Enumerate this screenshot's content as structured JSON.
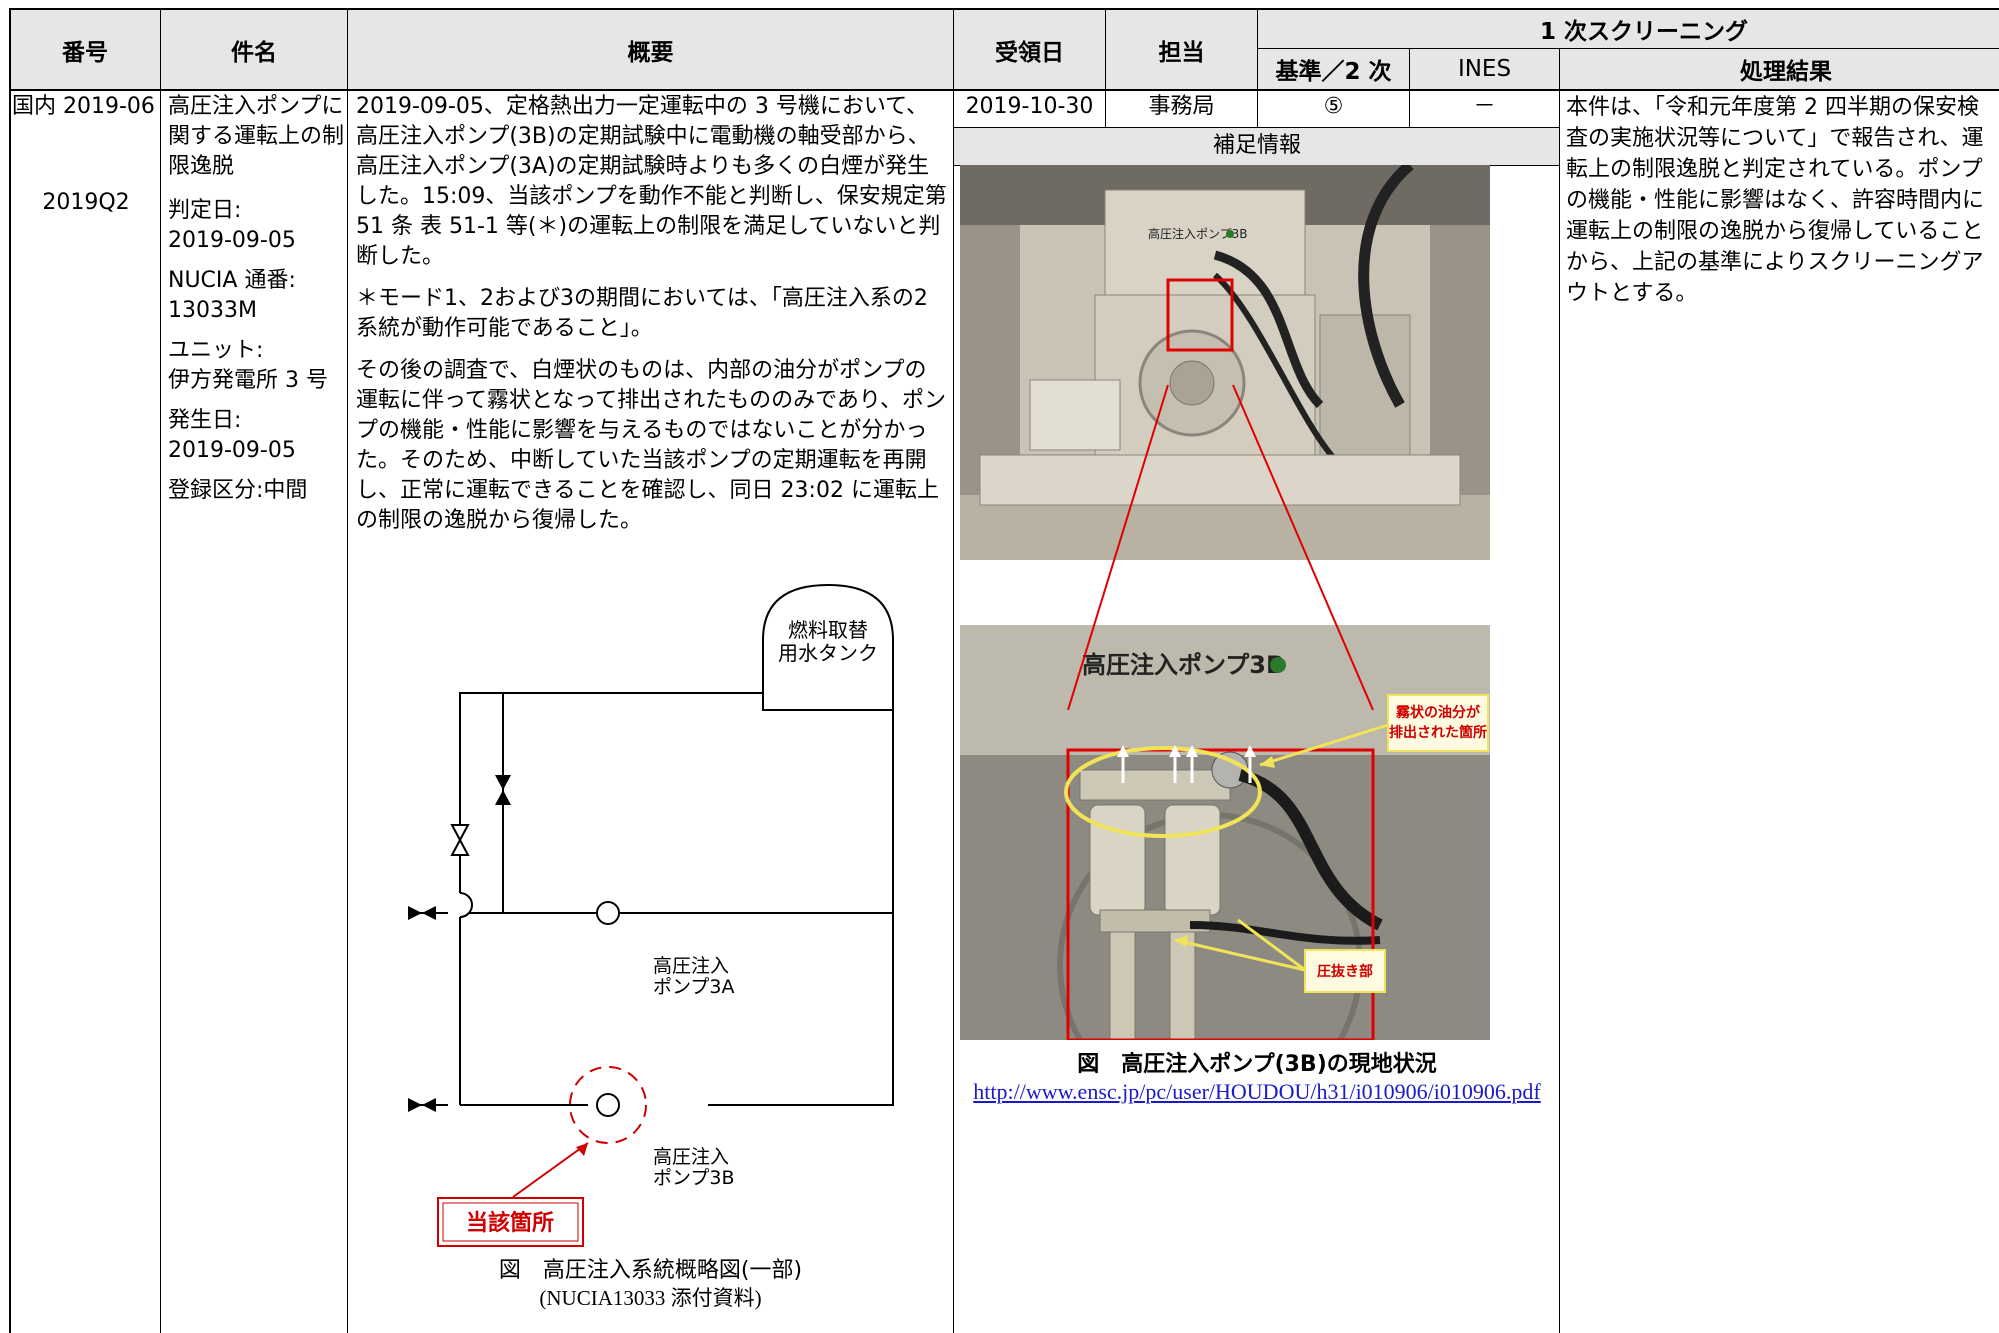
{
  "header": {
    "number": "番号",
    "subject": "件名",
    "summary": "概要",
    "received": "受領日",
    "owner": "担当",
    "screening": "1 次スクリーニング",
    "criteria": "基準／2 次",
    "ines": "INES",
    "result": "処理結果"
  },
  "row": {
    "number": "国内 2019-06",
    "quarter": "2019Q2",
    "subject_title": "高圧注入ポンプに関する運転上の制限逸脱",
    "judge_label": "判定日:",
    "judge_date": "2019-09-05",
    "nucia_label": "NUCIA 通番:",
    "nucia_no": "13033M",
    "unit_label": "ユニット:",
    "unit": "伊方発電所 3 号",
    "occur_label": "発生日:",
    "occur_date": "2019-09-05",
    "category": "登録区分:中間",
    "summary_p1": "2019-09-05、定格熱出力一定運転中の 3 号機において、高圧注入ポンプ(3B)の定期試験中に電動機の軸受部から、高圧注入ポンプ(3A)の定期試験時よりも多くの白煙が発生した。15:09、当該ポンプを動作不能と判断し、保安規定第 51 条 表 51-1 等(＊)の運転上の制限を満足していないと判断した。",
    "summary_p2": "＊モード1、2および3の期間においては、「高圧注入系の2系統が動作可能であること」。",
    "summary_p3": "その後の調査で、白煙状のものは、内部の油分がポンプの運転に伴って霧状となって排出されたもののみであり、ポンプの機能・性能に影響を与えるものではないことが分かった。そのため、中断していた当該ポンプの定期運転を再開し、正常に運転できることを確認し、同日 23:02 に運転上の制限の逸脱から復帰した。",
    "received": "2019-10-30",
    "owner": "事務局",
    "criteria": "⑤",
    "ines": "－",
    "result": "本件は、「令和元年度第 2 四半期の保安検査の実施状況等について」で報告され、運転上の制限逸脱と判定されている。ポンプの機能・性能に影響はなく、許容時間内に運転上の制限の逸脱から復帰していることから、上記の基準によりスクリーニングアウトとする。"
  },
  "diagram": {
    "tank": "燃料取替\n用水タンク",
    "pumpA": "高圧注入\nポンプ3A",
    "pumpB": "高圧注入\nポンプ3B",
    "location": "当該箇所",
    "caption": "図　高圧注入系統概略図(一部)",
    "source": "(NUCIA13033 添付資料)"
  },
  "supplement": {
    "title": "補足情報",
    "photo1_label": "高圧注入ポンプ3B",
    "photo2_label": "高圧注入ポンプ3B",
    "callout_mist": "霧状の油分が\n排出された箇所",
    "callout_relief": "圧抜き部",
    "caption": "図　高圧注入ポンプ(3B)の現地状況",
    "url": "http://www.ensc.jp/pc/user/HOUDOU/h31/i010906/i010906.pdf"
  },
  "colors": {
    "header_bg": "#e6e6e6",
    "highlight": "#e00000",
    "callout": "#ffe94d",
    "link": "#1a1acc"
  }
}
